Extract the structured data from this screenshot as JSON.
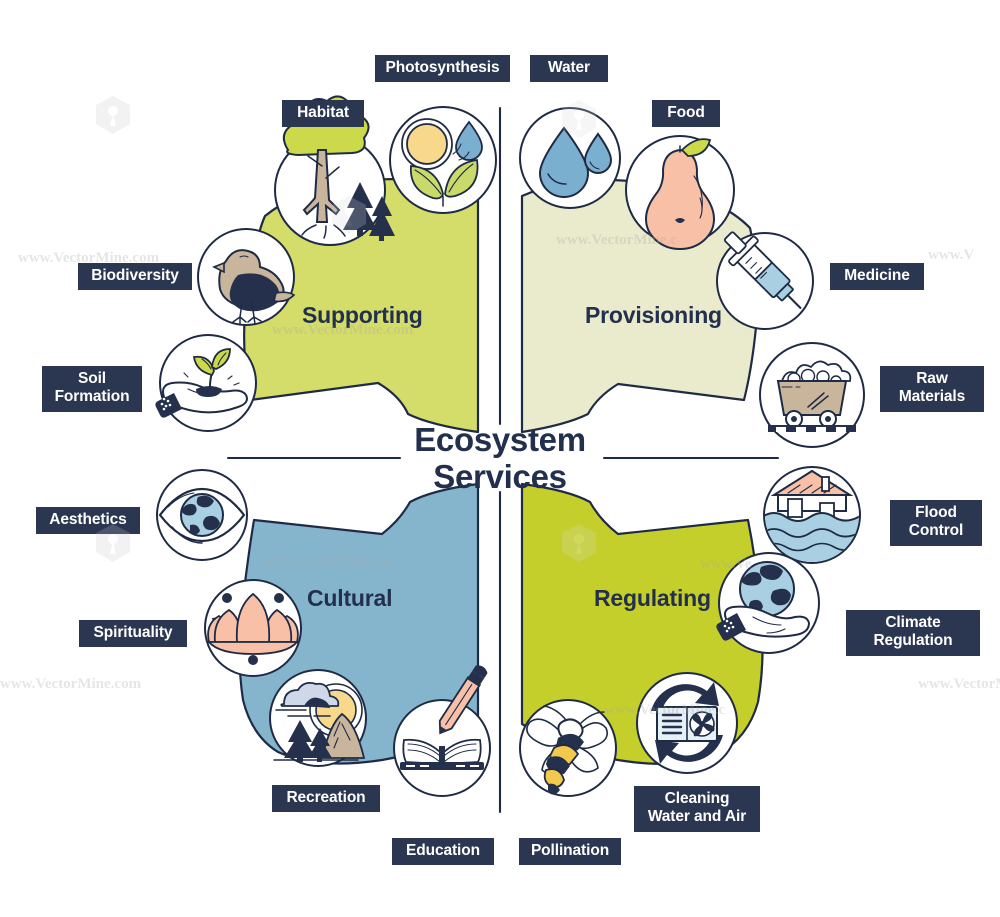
{
  "title": {
    "line1": "Ecosystem",
    "line2": "Services",
    "text": "Ecosystem\nServices"
  },
  "colors": {
    "supporting": "#d4dc6a",
    "provisioning": "#eaeacd",
    "cultural": "#85b5cd",
    "regulating": "#c5cf2b",
    "label_bg": "#2b3651",
    "label_text": "#ffffff",
    "outline": "#1f2b45",
    "title_text": "#23304d",
    "background": "#ffffff"
  },
  "quadrants": [
    {
      "id": "supporting",
      "label": "Supporting",
      "color": "#d4dc6a"
    },
    {
      "id": "provisioning",
      "label": "Provisioning",
      "color": "#eaeacd"
    },
    {
      "id": "cultural",
      "label": "Cultural",
      "color": "#85b5cd"
    },
    {
      "id": "regulating",
      "label": "Regulating",
      "color": "#c5cf2b"
    }
  ],
  "services": [
    {
      "id": "habitat",
      "label": "Habitat",
      "quadrant": "supporting",
      "icon": "tree-forest-icon"
    },
    {
      "id": "photosynthesis",
      "label": "Photosynthesis",
      "quadrant": "supporting",
      "icon": "sun-leaf-droplet-icon"
    },
    {
      "id": "biodiversity",
      "label": "Biodiversity",
      "quadrant": "supporting",
      "icon": "bird-icon"
    },
    {
      "id": "soil-formation",
      "label": "Soil\nFormation",
      "quadrant": "supporting",
      "icon": "hand-sprout-icon"
    },
    {
      "id": "water",
      "label": "Water",
      "quadrant": "provisioning",
      "icon": "water-droplets-icon"
    },
    {
      "id": "food",
      "label": "Food",
      "quadrant": "provisioning",
      "icon": "pear-fruit-icon"
    },
    {
      "id": "medicine",
      "label": "Medicine",
      "quadrant": "provisioning",
      "icon": "syringe-icon"
    },
    {
      "id": "raw-materials",
      "label": "Raw\nMaterials",
      "quadrant": "provisioning",
      "icon": "mine-cart-icon"
    },
    {
      "id": "aesthetics",
      "label": "Aesthetics",
      "quadrant": "cultural",
      "icon": "eye-globe-icon"
    },
    {
      "id": "spirituality",
      "label": "Spirituality",
      "quadrant": "cultural",
      "icon": "lotus-flower-icon"
    },
    {
      "id": "recreation",
      "label": "Recreation",
      "quadrant": "cultural",
      "icon": "mountain-landscape-icon"
    },
    {
      "id": "education",
      "label": "Education",
      "quadrant": "cultural",
      "icon": "book-pencil-icon"
    },
    {
      "id": "pollination",
      "label": "Pollination",
      "quadrant": "regulating",
      "icon": "bee-icon"
    },
    {
      "id": "cleaning",
      "label": "Cleaning\nWater and Air",
      "quadrant": "regulating",
      "icon": "air-filter-recycle-icon"
    },
    {
      "id": "climate",
      "label": "Climate\nRegulation",
      "quadrant": "regulating",
      "icon": "hand-globe-icon"
    },
    {
      "id": "flood-control",
      "label": "Flood\nControl",
      "quadrant": "regulating",
      "icon": "flooded-house-icon"
    }
  ],
  "watermarks": [
    "www.VectorMine.com",
    "www.VectorMine.com",
    "www.VectorMine.co",
    "www.VectorMine.com",
    "www.VectorMine.c",
    "www.Ve",
    "www.V",
    "www.VectorMine.c",
    "www.VectorMine.com"
  ]
}
